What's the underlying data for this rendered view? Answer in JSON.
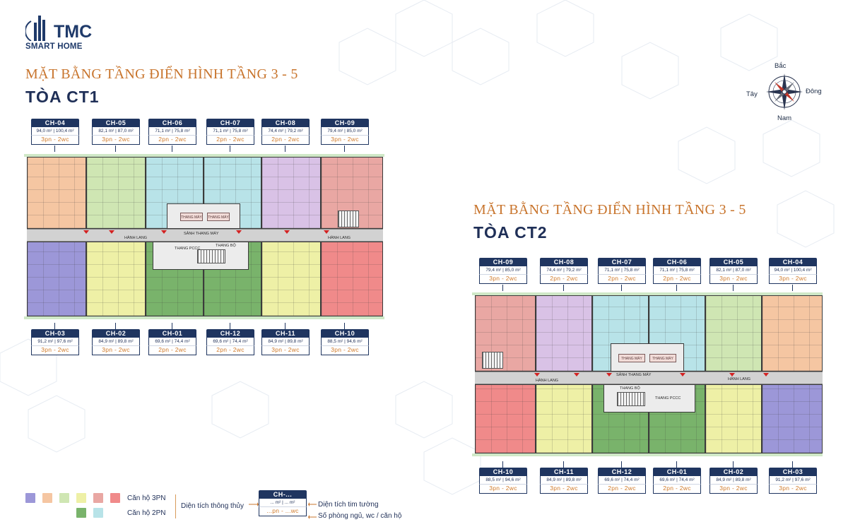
{
  "brand": {
    "name": "TMC",
    "sub": "SMART HOME"
  },
  "ct1": {
    "title": "MẶT BẰNG TẦNG ĐIỂN HÌNH TẦNG 3 - 5",
    "tower": "TÒA CT1"
  },
  "ct2": {
    "title": "MẶT BẰNG TẦNG ĐIỂN HÌNH TẦNG 3 - 5",
    "tower": "TÒA CT2"
  },
  "compass": {
    "north": "Bắc",
    "south": "Nam",
    "east": "Đông",
    "west": "Tây"
  },
  "floor_labels": {
    "corridor": "HÀNH LANG",
    "lobby": "SẢNH THANG MÁY",
    "lift": "THANG MÁY",
    "stair_pccc": "THANG PCCC",
    "stair_bo": "THANG BỘ"
  },
  "colors": {
    "orange": "#f5c6a2",
    "green_light": "#cfe6b3",
    "cyan": "#b8e3e8",
    "yellow": "#eef0a6",
    "purple": "#d9c2e6",
    "red": "#e9a7a3",
    "red_strong": "#f08a8a",
    "blue": "#9c97d8",
    "green_dark": "#79b36b",
    "navy": "#1f3560",
    "accent": "#c8742c"
  },
  "ct1_top": [
    {
      "id": "CH-04",
      "area": "94,0 m² | 100,4 m²",
      "type": "3pn - 2wc",
      "color": "#f5c6a2"
    },
    {
      "id": "CH-05",
      "area": "82,1 m² | 87,0 m²",
      "type": "3pn - 2wc",
      "color": "#cfe6b3"
    },
    {
      "id": "CH-06",
      "area": "71,1 m² | 75,8 m²",
      "type": "2pn - 2wc",
      "color": "#b8e3e8"
    },
    {
      "id": "CH-07",
      "area": "71,1 m² | 75,8 m²",
      "type": "2pn - 2wc",
      "color": "#b8e3e8"
    },
    {
      "id": "CH-08",
      "area": "74,4 m² | 79,2 m²",
      "type": "2pn - 2wc",
      "color": "#d9c2e6"
    },
    {
      "id": "CH-09",
      "area": "79,4 m² | 85,0 m²",
      "type": "3pn - 2wc",
      "color": "#e9a7a3"
    }
  ],
  "ct1_bottom": [
    {
      "id": "CH-03",
      "area": "91,2 m² | 97,6 m²",
      "type": "3pn - 2wc",
      "color": "#9c97d8"
    },
    {
      "id": "CH-02",
      "area": "84,9 m² | 89,8 m²",
      "type": "3pn - 2wc",
      "color": "#eef0a6"
    },
    {
      "id": "CH-01",
      "area": "69,6 m² | 74,4 m²",
      "type": "2pn - 2wc",
      "color": "#79b36b"
    },
    {
      "id": "CH-12",
      "area": "69,6 m² | 74,4 m²",
      "type": "2pn - 2wc",
      "color": "#79b36b"
    },
    {
      "id": "CH-11",
      "area": "84,9 m² | 89,8 m²",
      "type": "3pn - 2wc",
      "color": "#eef0a6"
    },
    {
      "id": "CH-10",
      "area": "88,5 m² | 94,6 m²",
      "type": "3pn - 2wc",
      "color": "#f08a8a"
    }
  ],
  "ct2_top": [
    {
      "id": "CH-09",
      "area": "79,4 m² | 85,0 m²",
      "type": "3pn - 2wc",
      "color": "#e9a7a3"
    },
    {
      "id": "CH-08",
      "area": "74,4 m² | 79,2 m²",
      "type": "2pn - 2wc",
      "color": "#d9c2e6"
    },
    {
      "id": "CH-07",
      "area": "71,1 m² | 75,8 m²",
      "type": "2pn - 2wc",
      "color": "#b8e3e8"
    },
    {
      "id": "CH-06",
      "area": "71,1 m² | 75,8 m²",
      "type": "2pn - 2wc",
      "color": "#b8e3e8"
    },
    {
      "id": "CH-05",
      "area": "82,1 m² | 87,0 m²",
      "type": "3pn - 2wc",
      "color": "#cfe6b3"
    },
    {
      "id": "CH-04",
      "area": "94,0 m² | 100,4 m²",
      "type": "3pn - 2wc",
      "color": "#f5c6a2"
    }
  ],
  "ct2_bottom": [
    {
      "id": "CH-10",
      "area": "88,5 m² | 94,6 m²",
      "type": "3pn - 2wc",
      "color": "#f08a8a"
    },
    {
      "id": "CH-11",
      "area": "84,9 m² | 89,8 m²",
      "type": "3pn - 2wc",
      "color": "#eef0a6"
    },
    {
      "id": "CH-12",
      "area": "69,6 m² | 74,4 m²",
      "type": "2pn - 2wc",
      "color": "#79b36b"
    },
    {
      "id": "CH-01",
      "area": "69,6 m² | 74,4 m²",
      "type": "2pn - 2wc",
      "color": "#79b36b"
    },
    {
      "id": "CH-02",
      "area": "84,9 m² | 89,8 m²",
      "type": "3pn - 2wc",
      "color": "#eef0a6"
    },
    {
      "id": "CH-03",
      "area": "91,2 m² | 97,6 m²",
      "type": "3pn - 2wc",
      "color": "#9c97d8"
    }
  ],
  "legend": {
    "row1_label": "Căn hộ 3PN",
    "row2_label": "Căn hộ 2PN",
    "row1_colors": [
      "#9c97d8",
      "#f5c6a2",
      "#cfe6b3",
      "#eef0a6",
      "#e9a7a3",
      "#f08a8a"
    ],
    "row2_colors": [
      "#79b36b",
      "#b8e3e8"
    ],
    "key": {
      "id": "CH-...",
      "area": "... m² | ... m²",
      "type": "...pn - ...wc",
      "left_label": "Diện tích thông thủy",
      "right_label1": "Diện tích tim tường",
      "right_label2": "Số phòng ngủ, wc / căn hộ"
    }
  }
}
